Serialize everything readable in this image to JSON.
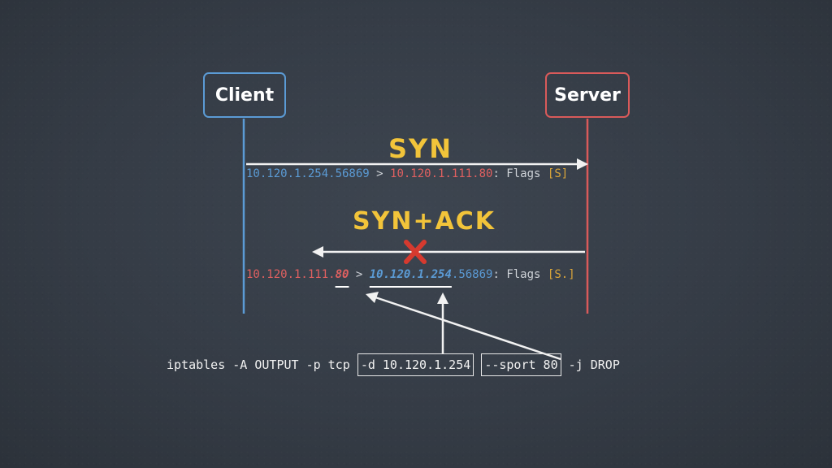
{
  "diagram": {
    "client_label": "Client",
    "server_label": "Server",
    "syn_label": "SYN",
    "synack_label": "SYN+ACK",
    "syn_packet": {
      "src": "10.120.1.254.56869",
      "sep": " > ",
      "dst": "10.120.1.111.80",
      "flags_prefix": ": Flags ",
      "flags": "[S]"
    },
    "synack_packet": {
      "src_ip": "10.120.1.111.",
      "src_port": "80",
      "sep": " > ",
      "dst_ip": "10.120.1.254",
      "dst_port": ".56869",
      "flags_prefix": ": Flags ",
      "flags": "[S.]"
    },
    "command": {
      "prefix": "iptables -A OUTPUT -p tcp ",
      "dest_rule": "-d 10.120.1.254",
      "sport_rule": "--sport 80",
      "suffix": " -j DROP"
    },
    "colors": {
      "client": "#5b9bd5",
      "server": "#d95a5a",
      "handwriting": "#f2c43a",
      "flags": "#d9a53a",
      "blocked_x": "#d63a2f"
    },
    "icons": {
      "blocked": "x-mark-icon"
    }
  }
}
